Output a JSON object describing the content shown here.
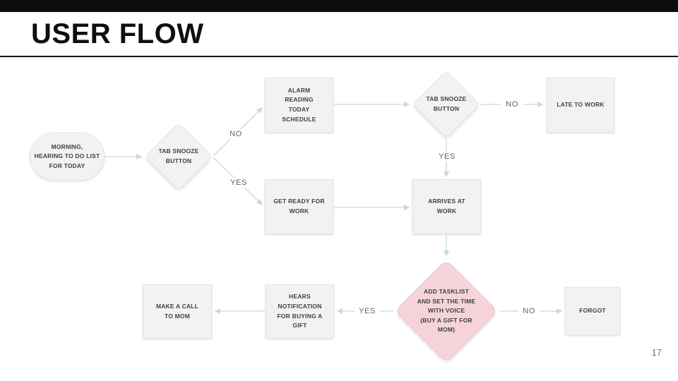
{
  "header": {
    "title": "USER FLOW"
  },
  "footer": {
    "page_number": "17"
  },
  "colors": {
    "bar": "#0c0c0c",
    "title": "#0f0f0f",
    "divider": "#161616",
    "node_fill": "#f2f2f2",
    "node_border": "#e4e4e4",
    "pink_fill": "#f5d3d9",
    "pink_border": "#f0c5cd",
    "arrow": "#c7dbd8",
    "node_text": "#3d4145",
    "label_text": "#5f6368",
    "pagenum": "#757575"
  },
  "flow": {
    "nodes": {
      "start": {
        "type": "stadium",
        "text": "MORNING,\nHEARING TO DO LIST\nFOR TODAY"
      },
      "snooze1": {
        "type": "diamond",
        "text": "TAB SNOOZE\nBUTTON"
      },
      "alarm": {
        "type": "box",
        "text": "ALARM\nREADING\nTODAY\nSCHEDULE"
      },
      "snooze2": {
        "type": "diamond",
        "text": "TAB SNOOZE\nBUTTON"
      },
      "late": {
        "type": "box",
        "text": "LATE TO WORK"
      },
      "ready": {
        "type": "box",
        "text": "GET READY FOR\nWORK"
      },
      "arrives": {
        "type": "box",
        "text": "ARRIVES AT\nWORK"
      },
      "gift": {
        "type": "diamond-pink",
        "text": "ADD TASKLIST\nAND SET THE TIME\nWITH VOICE\n(BUY A GIFT FOR\nMOM)"
      },
      "forgot": {
        "type": "box",
        "text": "FORGOT"
      },
      "hears": {
        "type": "box",
        "text": "HEARS\nNOTIFICATION\nFOR BUYING A\nGIFT"
      },
      "call": {
        "type": "box",
        "text": "MAKE A CALL\nTO MOM"
      }
    },
    "edge_labels": {
      "snooze1_no": "NO",
      "snooze1_yes": "YES",
      "snooze2_no": "NO",
      "snooze2_yes": "YES",
      "gift_no": "NO",
      "gift_yes": "YES"
    }
  }
}
